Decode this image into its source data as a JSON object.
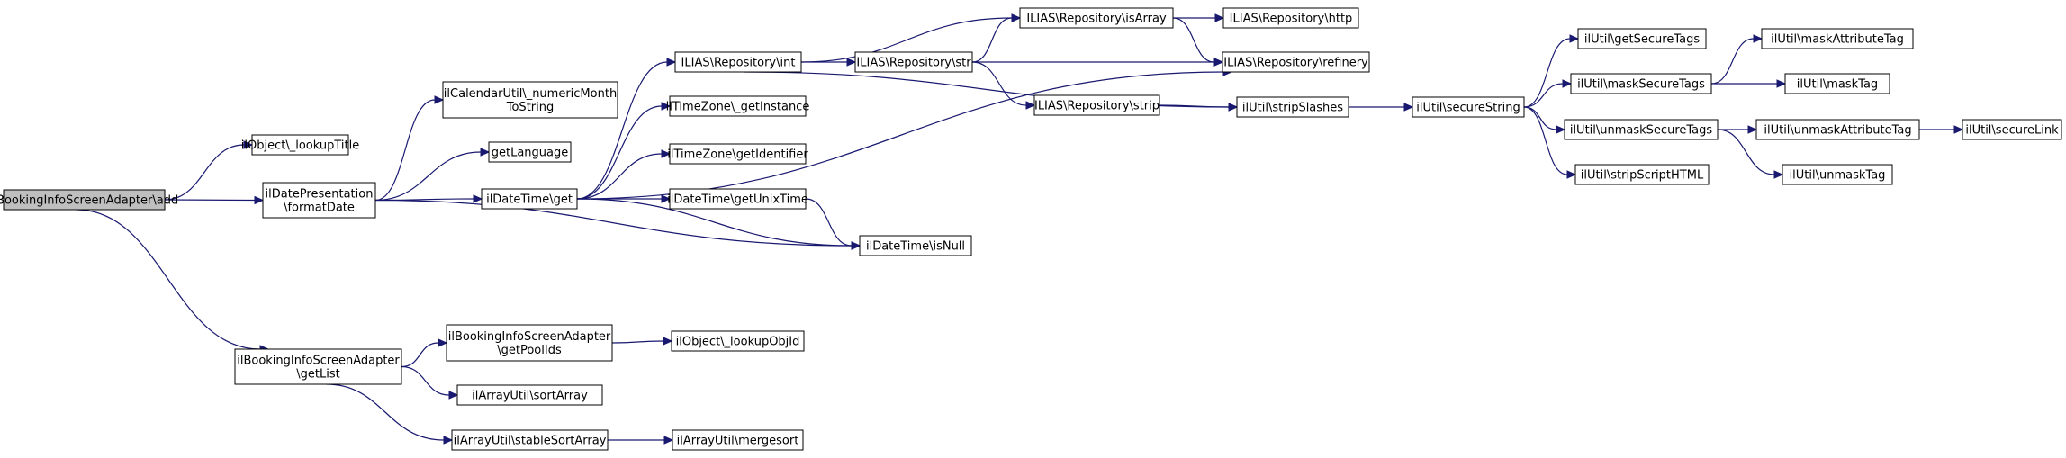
{
  "graph": {
    "root": "add",
    "nodes": [
      {
        "id": "add",
        "lines": [
          "ilBookingInfoScreenAdapter\\add"
        ]
      },
      {
        "id": "lookupTitle",
        "lines": [
          "ilObject\\_lookupTitle"
        ]
      },
      {
        "id": "formatDate",
        "lines": [
          "ilDatePresentation",
          "\\formatDate"
        ]
      },
      {
        "id": "getList",
        "lines": [
          "ilBookingInfoScreenAdapter",
          "\\getList"
        ]
      },
      {
        "id": "numericMonth",
        "lines": [
          "ilCalendarUtil\\_numericMonth",
          "ToString"
        ]
      },
      {
        "id": "getLanguage",
        "lines": [
          "getLanguage"
        ]
      },
      {
        "id": "dtget",
        "lines": [
          "ilDateTime\\get"
        ]
      },
      {
        "id": "isNull",
        "lines": [
          "ilDateTime\\isNull"
        ]
      },
      {
        "id": "getPoolIds",
        "lines": [
          "ilBookingInfoScreenAdapter",
          "\\getPoolIds"
        ]
      },
      {
        "id": "sortArray",
        "lines": [
          "ilArrayUtil\\sortArray"
        ]
      },
      {
        "id": "stableSortArray",
        "lines": [
          "ilArrayUtil\\stableSortArray"
        ]
      },
      {
        "id": "repoInt",
        "lines": [
          "ILIAS\\Repository\\int"
        ]
      },
      {
        "id": "tzGetInstance",
        "lines": [
          "ilTimeZone\\_getInstance"
        ]
      },
      {
        "id": "tzGetIdentifier",
        "lines": [
          "ilTimeZone\\getIdentifier"
        ]
      },
      {
        "id": "getUnixTime",
        "lines": [
          "ilDateTime\\getUnixTime"
        ]
      },
      {
        "id": "lookupObjId",
        "lines": [
          "ilObject\\_lookupObjId"
        ]
      },
      {
        "id": "mergesort",
        "lines": [
          "ilArrayUtil\\mergesort"
        ]
      },
      {
        "id": "repoStr",
        "lines": [
          "ILIAS\\Repository\\str"
        ]
      },
      {
        "id": "repoIsArray",
        "lines": [
          "ILIAS\\Repository\\isArray"
        ]
      },
      {
        "id": "repoStrip",
        "lines": [
          "ILIAS\\Repository\\strip"
        ]
      },
      {
        "id": "repoHttp",
        "lines": [
          "ILIAS\\Repository\\http"
        ]
      },
      {
        "id": "repoRefinery",
        "lines": [
          "ILIAS\\Repository\\refinery"
        ]
      },
      {
        "id": "stripSlashes",
        "lines": [
          "ilUtil\\stripSlashes"
        ]
      },
      {
        "id": "secureString",
        "lines": [
          "ilUtil\\secureString"
        ]
      },
      {
        "id": "getSecureTags",
        "lines": [
          "ilUtil\\getSecureTags"
        ]
      },
      {
        "id": "maskSecureTags",
        "lines": [
          "ilUtil\\maskSecureTags"
        ]
      },
      {
        "id": "unmaskSecureTags",
        "lines": [
          "ilUtil\\unmaskSecureTags"
        ]
      },
      {
        "id": "stripScriptHTML",
        "lines": [
          "ilUtil\\stripScriptHTML"
        ]
      },
      {
        "id": "maskAttributeTag",
        "lines": [
          "ilUtil\\maskAttributeTag"
        ]
      },
      {
        "id": "maskTag",
        "lines": [
          "ilUtil\\maskTag"
        ]
      },
      {
        "id": "unmaskAttributeTag",
        "lines": [
          "ilUtil\\unmaskAttributeTag"
        ]
      },
      {
        "id": "unmaskTag",
        "lines": [
          "ilUtil\\unmaskTag"
        ]
      },
      {
        "id": "secureLink",
        "lines": [
          "ilUtil\\secureLink"
        ]
      }
    ],
    "edges": [
      [
        "add",
        "lookupTitle"
      ],
      [
        "add",
        "formatDate"
      ],
      [
        "add",
        "getList"
      ],
      [
        "formatDate",
        "numericMonth"
      ],
      [
        "formatDate",
        "getLanguage"
      ],
      [
        "formatDate",
        "dtget"
      ],
      [
        "formatDate",
        "isNull"
      ],
      [
        "getList",
        "getPoolIds"
      ],
      [
        "getList",
        "sortArray"
      ],
      [
        "getList",
        "stableSortArray"
      ],
      [
        "dtget",
        "repoInt"
      ],
      [
        "dtget",
        "tzGetInstance"
      ],
      [
        "dtget",
        "tzGetIdentifier"
      ],
      [
        "dtget",
        "getUnixTime"
      ],
      [
        "dtget",
        "isNull"
      ],
      [
        "dtget",
        "repoRefinery"
      ],
      [
        "getUnixTime",
        "isNull"
      ],
      [
        "getPoolIds",
        "lookupObjId"
      ],
      [
        "stableSortArray",
        "mergesort"
      ],
      [
        "repoInt",
        "repoStr"
      ],
      [
        "repoInt",
        "repoIsArray"
      ],
      [
        "repoInt",
        "stripSlashes"
      ],
      [
        "repoStr",
        "repoIsArray"
      ],
      [
        "repoStr",
        "repoRefinery"
      ],
      [
        "repoStr",
        "repoStrip"
      ],
      [
        "repoIsArray",
        "repoHttp"
      ],
      [
        "repoIsArray",
        "repoRefinery"
      ],
      [
        "repoStrip",
        "stripSlashes"
      ],
      [
        "stripSlashes",
        "secureString"
      ],
      [
        "secureString",
        "getSecureTags"
      ],
      [
        "secureString",
        "maskSecureTags"
      ],
      [
        "secureString",
        "unmaskSecureTags"
      ],
      [
        "secureString",
        "stripScriptHTML"
      ],
      [
        "maskSecureTags",
        "maskAttributeTag"
      ],
      [
        "maskSecureTags",
        "maskTag"
      ],
      [
        "unmaskSecureTags",
        "unmaskAttributeTag"
      ],
      [
        "unmaskSecureTags",
        "unmaskTag"
      ],
      [
        "unmaskAttributeTag",
        "secureLink"
      ]
    ]
  }
}
